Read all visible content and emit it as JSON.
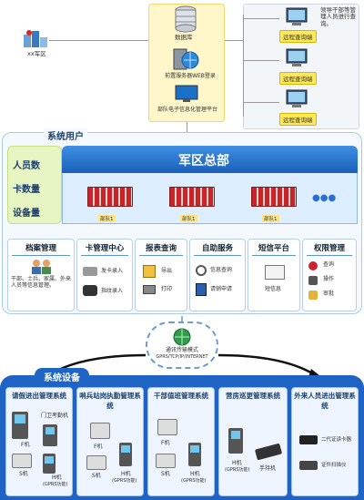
{
  "top": {
    "city_label": "xx军区",
    "db_label": "数据库",
    "server_label": "前置服务器WEB登录",
    "platform_label": "部队电子信息化管理平台",
    "remote_label": "远程查询端",
    "remote_text": "领导干部等管理人员进行查询。"
  },
  "users": {
    "title": "系统用户",
    "stats": [
      "人员数",
      "卡数量",
      "设备量"
    ],
    "hq": "军区总部",
    "unit_label": "部队1",
    "more": "●●●"
  },
  "services": [
    {
      "title": "档案管理",
      "items": [
        "干部、士兵、家属、外来人员等信息管理。"
      ]
    },
    {
      "title": "卡管理中心",
      "items": [
        "发卡录入",
        "指纹录入"
      ]
    },
    {
      "title": "报表查询",
      "items": [
        "导出",
        "打印"
      ]
    },
    {
      "title": "自助服务",
      "items": [
        "信息查询",
        "请销申请"
      ]
    },
    {
      "title": "短信平台",
      "items": [
        "短信息"
      ]
    },
    {
      "title": "权限管理",
      "items": [
        "查询",
        "操作",
        "审批"
      ]
    }
  ],
  "cloud": {
    "line1": "通讯传输模式",
    "line2": "GPRS/TCP/IP/INTERNET"
  },
  "devices": {
    "title": "系统设备",
    "columns": [
      {
        "title": "请假进出管理系统",
        "labels": [
          "门卫考勤机",
          "F机",
          "S机",
          "H机",
          "(GPRS功能)"
        ]
      },
      {
        "title": "哨兵站岗执勤管理系统",
        "labels": [
          "F机",
          "S机",
          "H机",
          "(GPRS功能)"
        ]
      },
      {
        "title": "干部值班管理系统",
        "labels": [
          "F机",
          "S机",
          "H机",
          "(GPRS功能)"
        ]
      },
      {
        "title": "营房巡更管理系统",
        "labels": [
          "H机",
          "(GPRS功能)",
          "手持机"
        ]
      },
      {
        "title": "外来人员进出管理系统",
        "labels": [
          "二代证读卡器",
          "证件扫描仪"
        ]
      }
    ]
  }
}
